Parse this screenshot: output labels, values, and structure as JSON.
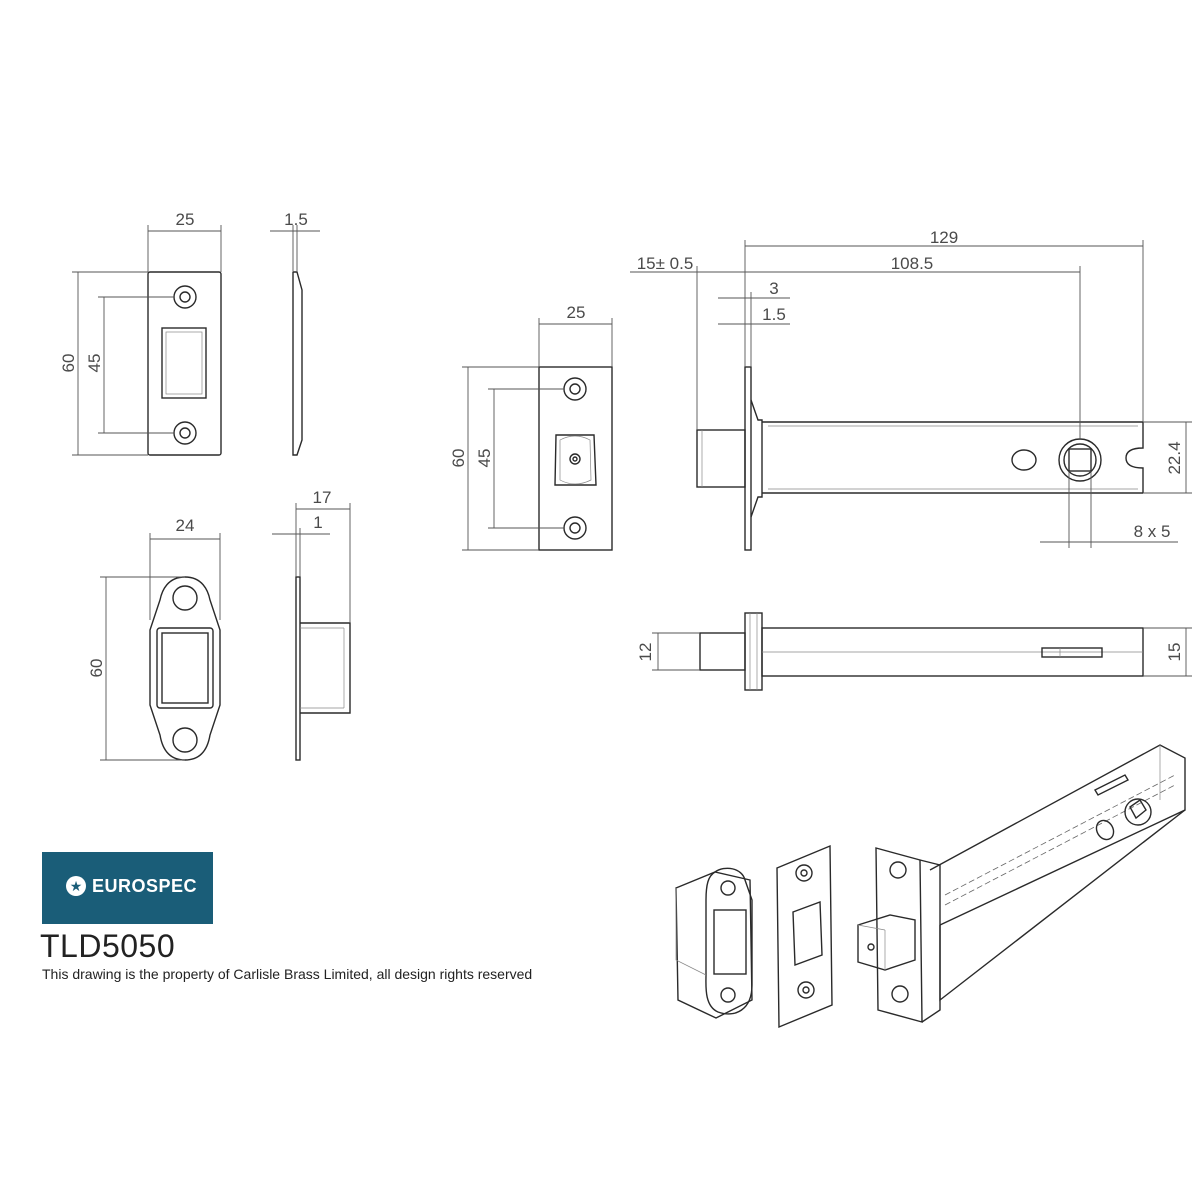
{
  "brand": {
    "name": "EUROSPEC",
    "logo_color": "#1a5d78"
  },
  "product_code": "TLD5050",
  "copyright": "This drawing is the property of Carlisle Brass Limited, all design rights reserved",
  "dimensions": {
    "strike_plate_width": "25",
    "strike_plate_thickness": "1.5",
    "strike_plate_height": "60",
    "strike_plate_hole_spacing": "45",
    "box_strike_width": "24",
    "box_strike_depth": "17",
    "box_strike_plate_thickness": "1",
    "box_strike_height": "60",
    "forend_width": "25",
    "forend_height": "60",
    "forend_hole_spacing": "45",
    "bolt_projection": "15± 0.5",
    "overall_length": "129",
    "backset": "108.5",
    "forend_step": "3",
    "forend_thickness": "1.5",
    "case_height": "22.4",
    "spindle_size": "8 x 5",
    "bolt_height": "12",
    "case_thickness": "15"
  }
}
